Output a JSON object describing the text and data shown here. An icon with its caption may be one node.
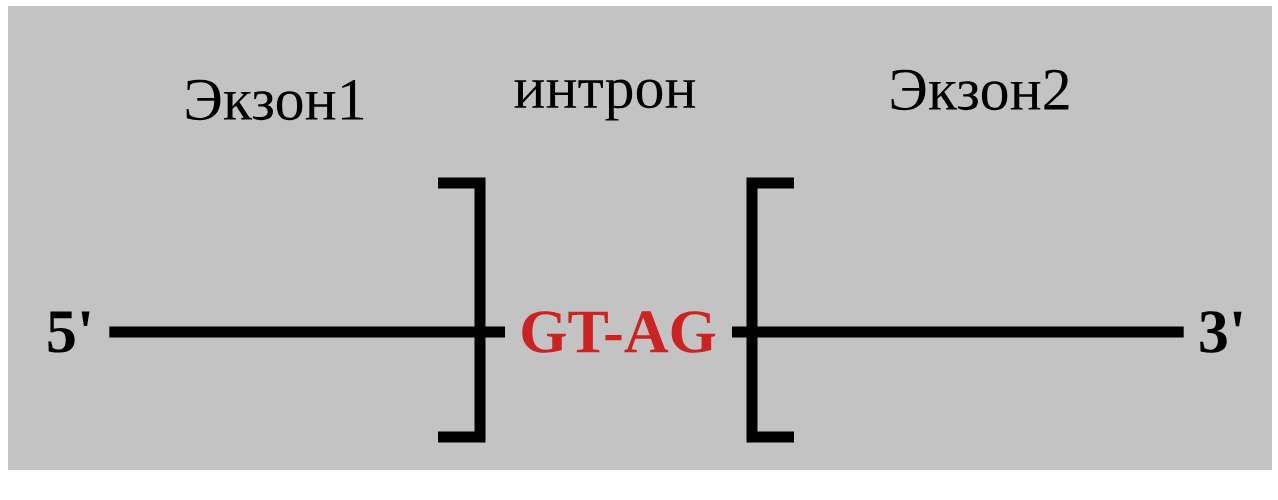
{
  "diagram": {
    "nodes": [
      {
        "text": [
          "5'"
        ]
      },
      {
        "text": [
          "GT-AG"
        ]
      },
      {
        "text": [
          "3'"
        ]
      }
    ],
    "edges": [
      {
        "from": 0,
        "to": 1,
        "arrow": "none"
      },
      {
        "from": 1,
        "to": 2,
        "arrow": "none"
      }
    ],
    "labels": [
      "Экзон1",
      "интрон",
      "Экзон2"
    ]
  }
}
